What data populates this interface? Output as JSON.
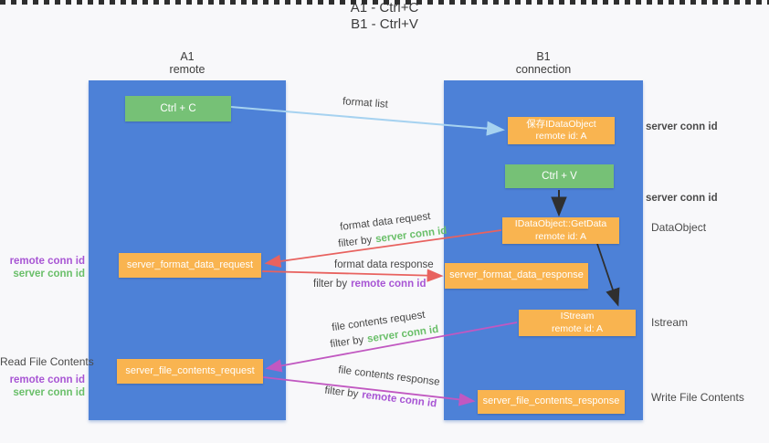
{
  "title": {
    "line1": "A1 - Ctrl+C",
    "line2": "B1 - Ctrl+V"
  },
  "lifelines": {
    "left": {
      "name": "A1",
      "role": "remote"
    },
    "right": {
      "name": "B1",
      "role": "connection"
    }
  },
  "nodes": {
    "ctrl_c": {
      "label": "Ctrl + C"
    },
    "save_dataobject": {
      "line1": "保存IDataObject",
      "line2": "remote id: A"
    },
    "ctrl_v": {
      "label": "Ctrl + V"
    },
    "getdata": {
      "line1": "IDataObject::GetData",
      "line2": "remote id: A"
    },
    "format_request": {
      "label": "server_format_data_request"
    },
    "format_response": {
      "label": "server_format_data_response"
    },
    "istream": {
      "line1": "IStream",
      "line2": "remote id: A"
    },
    "file_request": {
      "label": "server_file_contents_request"
    },
    "file_response": {
      "label": "server_file_contents_response"
    }
  },
  "arrows": {
    "format_list": {
      "label": "format list"
    },
    "format_data_request": {
      "label": "format data request",
      "filter_prefix": "filter by",
      "filter_key": "server conn id"
    },
    "format_data_response": {
      "label": "format data response",
      "filter_prefix": "filter by",
      "filter_key": "remote conn id"
    },
    "file_contents_request": {
      "label": "file contents request",
      "filter_prefix": "filter by",
      "filter_key": "server conn id"
    },
    "file_contents_response": {
      "label": "file contents response",
      "filter_prefix": "filter by",
      "filter_key": "remote conn id"
    }
  },
  "side_labels": {
    "right_server_conn_top": "server conn id",
    "right_server_conn_mid": "server conn id",
    "dataobject": "DataObject",
    "istream": "Istream",
    "write_file_contents": "Write File Contents",
    "left_remote_conn_top": "remote conn id",
    "left_server_conn_top": "server conn id",
    "read_file_contents": "Read File Contents",
    "left_remote_conn_bottom": "remote conn id",
    "left_server_conn_bottom": "server conn id"
  },
  "colors": {
    "lifeline_blue": "#4d81d7",
    "action_green": "#76c176",
    "message_orange": "#f9b450",
    "request_red": "#e8625f",
    "contents_magenta": "#c158c1",
    "format_list_blue": "#a6d2f0",
    "conn_green_text": "#6abf69",
    "conn_purple_text": "#a855d4",
    "black_arrow": "#2f2f2f"
  }
}
